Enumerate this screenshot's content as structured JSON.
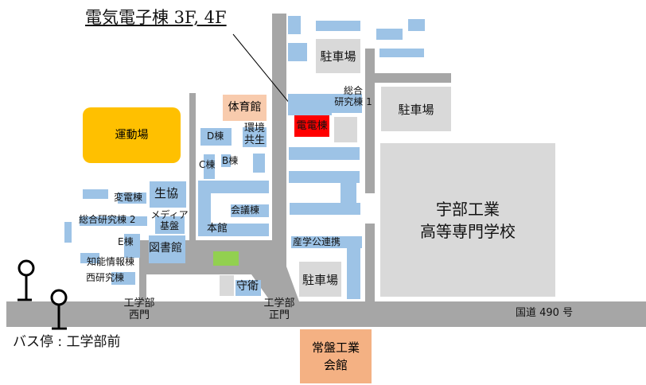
{
  "title": "電気電子棟 3F, 4F",
  "buildings": {
    "denden": "電電棟",
    "sogo1_a": "総合",
    "sogo1_b": "研究棟 1",
    "gym": "体育館",
    "field": "運動場",
    "d": "D棟",
    "kankyo_a": "環境",
    "kankyo_b": "共生",
    "c": "C棟",
    "b": "B棟",
    "henden": "変電棟",
    "seikyo": "生協",
    "sogo2": "総合研究棟 2",
    "media_a": "メディア",
    "media_b": "基盤",
    "kaigi": "会議棟",
    "honkan": "本館",
    "e": "E棟",
    "library": "図書館",
    "chino": "知能情報棟",
    "nishi": "西研究棟",
    "guard": "守衛",
    "sangaku": "産学公連携",
    "kosen_a": "宇部工業",
    "kosen_b": "高等専門学校",
    "tokiwa_a": "常盤工業",
    "tokiwa_b": "会館"
  },
  "parking": [
    "駐車場",
    "駐車場",
    "駐車場"
  ],
  "gates": {
    "west_a": "工学部",
    "west_b": "西門",
    "main_a": "工学部",
    "main_b": "正門"
  },
  "road": "国道 490 号",
  "bus_stop": "バス停 : 工学部前",
  "colors": {
    "road": "#a6a6a6",
    "building": "#9dc3e6",
    "target": "#ff0000",
    "field": "#ffc000",
    "gym": "#f8cbad",
    "hall": "#f4b183",
    "green": "#92d050"
  }
}
